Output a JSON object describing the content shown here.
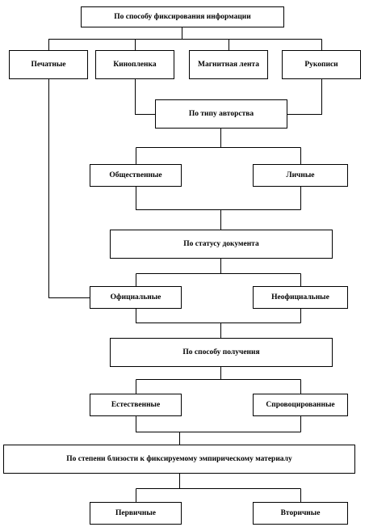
{
  "nodes": {
    "root": "По способу фиксирования информации",
    "print": "Печатные",
    "film": "Кинопленка",
    "tape": "Магнитная лента",
    "hand": "Рукописи",
    "author": "По типу авторства",
    "public": "Общественные",
    "personal": "Личные",
    "status": "По статусу документа",
    "official": "Официальные",
    "unofficial": "Неофициальные",
    "method": "По способу получения",
    "natural": "Естественные",
    "provoked": "Спровоцированные",
    "proximity": "По степени близости к фиксируемому эмпирическому материалу",
    "primary": "Первичные",
    "secondary": "Вторичные"
  },
  "colors": {
    "line": "#000000",
    "box_border": "#000000",
    "background": "#ffffff"
  }
}
